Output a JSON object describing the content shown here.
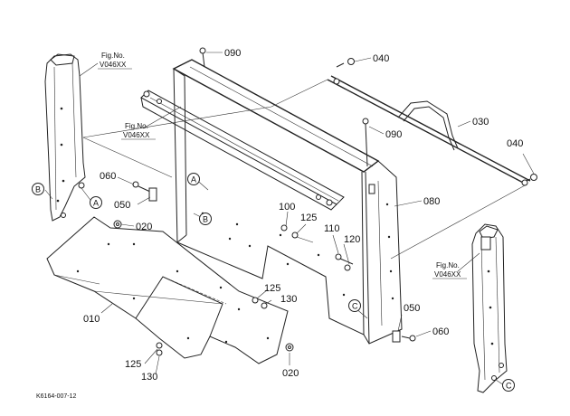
{
  "parts": {
    "p090_top": "090",
    "p040_top": "040",
    "p030": "030",
    "p090_mid": "090",
    "p040_right": "040",
    "p080": "080",
    "p060_left": "060",
    "p050_left": "050",
    "p020_left": "020",
    "p100": "100",
    "p125_a": "125",
    "p110": "110",
    "p120": "120",
    "p010": "010",
    "p125_b": "125",
    "p130_a": "130",
    "p125_c": "125",
    "p130_b": "130",
    "p020_bottom": "020",
    "p050_right": "050",
    "p060_right": "060"
  },
  "fig_refs": {
    "left_top": {
      "line1": "Fig.No.",
      "line2": "V046XX"
    },
    "center": {
      "line1": "Fig.No.",
      "line2": "V046XX"
    },
    "right": {
      "line1": "Fig.No.",
      "line2": "V046XX"
    }
  },
  "ref_marks": {
    "b_left": "B",
    "a_left": "A",
    "a_center": "A",
    "b_center": "B",
    "c_center": "C",
    "c_right": "C"
  },
  "diagram_code": "K6164-007-12"
}
